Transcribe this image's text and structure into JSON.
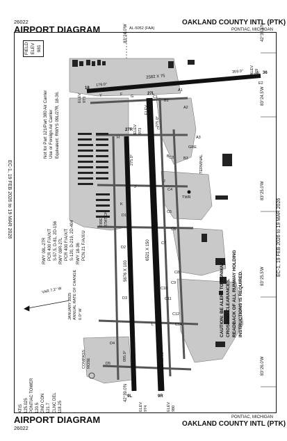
{
  "header": {
    "procedure_number_top": "26022",
    "title_top": "AIRPORT DIAGRAM",
    "airport_top": "OAKLAND COUNTY INTL",
    "ident_top": "(PTK)",
    "location_top": "PONTIAC, MICHIGAN",
    "atis_id": "AL-5052 (FAA)"
  },
  "footer": {
    "procedure_number_bottom": "26022",
    "title_bottom": "AIRPORT DIAGRAM",
    "airport_bottom": "OAKLAND COUNTY INTL",
    "ident_bottom": "(PTK)",
    "location_bottom": "PONTIAC, MICHIGAN"
  },
  "margins": {
    "left_cycle": "EC-1, 19 FEB 2026 to 19 MAR 2026",
    "right_cycle": "EC-1, 19 FEB 2026 to 19 MAR 2026"
  },
  "coordinates": {
    "lon_top": "83°24.0'W",
    "lat_top_right": "42°39.5'N",
    "lat_right_1": "83°24.5'W",
    "lat_right_2": "83°25.0'W",
    "lat_right_3": "83°25.5'W",
    "lat_right_4": "83°26.0'W",
    "lon_bottom": "42°39.0'N"
  },
  "field_elev": {
    "label": "FIELD\nELEV\n981"
  },
  "frequencies": {
    "text": "ATIS\n125.025\nPONTIAC TOWER\n120.5\nGND CON\n121.7\nCLNC DEL\n118.25"
  },
  "notes": {
    "part139": "Not for Part 121/Part 380 Air Carrier\nUse or Foreign Air Carrier\nEquivalent: RWYS 09L/27R, 18-36.",
    "rwy_strength": "RWY 09L-27R\n   PCR 400 F/A/X/T\n   S-57.5, D-81, 2D-156\nRWY 09R-27L\n   PCR 400 F/A/X/T\n   S-120, D-219, 2D-404\nRWY 18-36\n   PCN 21 F/A/X/U",
    "caution": "CAUTION: BE ALERT TO RUNWAY\nCROSSING CLEARANCES.\nREADBACK OF ALL RUNWAY HOLDING\nINSTRUCTIONS IS REQUIRED."
  },
  "magnetic": {
    "var_label": "VAR 7.2° W",
    "change_label": "JANUARY 2025\nANNUAL RATE OF CHANGE\n0.0° W"
  },
  "runways": {
    "rwy_18_36": "2582 X 75",
    "rwy_18_hdg": "179.0°",
    "rwy_36_hdg": "359.0°",
    "rwy_9l_27r": "5676 X 100",
    "rwy_9r_27l": "6521 X 150",
    "hdg_275_a": "275.0°",
    "hdg_275_b": "275.0°",
    "hdg_095_a": "095.0°",
    "hdg_094_b": "094.9°",
    "elev_18": "ELEV\n973",
    "elev_36": "ELEV\n969",
    "elev_27r": "ELEV\n973",
    "elev_27l": "ELEV\n973",
    "elev_9l": "ELEV\n974",
    "elev_9r": "ELEV\n980",
    "end_27r": "27R",
    "end_27l": "27L",
    "end_9l": "9L",
    "end_9r": "9R",
    "end_18": "18",
    "end_36": "36"
  },
  "buildings": {
    "terminal": "TERMINAL",
    "twr": "TWR",
    "fire_station": "FIRE\nSTATION",
    "compass_rose": "COMPASS\nROSE"
  },
  "taxiways": [
    "A",
    "A1",
    "A2",
    "A3",
    "B",
    "B1",
    "B3",
    "C",
    "C1",
    "C3",
    "C4",
    "C5",
    "C6",
    "C7",
    "C8",
    "C9",
    "C10",
    "C11",
    "C12",
    "C14",
    "D",
    "D1",
    "D2",
    "D3",
    "D4",
    "D5",
    "E",
    "E1",
    "E2",
    "F",
    "G",
    "H",
    "J",
    "K",
    "L",
    "Y",
    "GRE"
  ]
}
